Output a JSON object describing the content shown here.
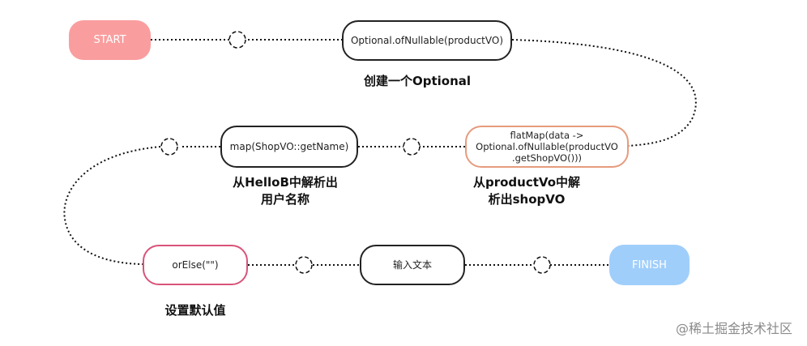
{
  "nodes": {
    "start": "START",
    "of_nullable": "Optional.ofNullable(productVO)",
    "flat_map": "flatMap(data ->\nOptional.ofNullable(productVO\n.getShopVO()))",
    "map": "map(ShopVO::getName)",
    "or_else": "orElse(\"\")",
    "input_text": "输入文本",
    "finish": "FINISH"
  },
  "captions": {
    "create_optional": "创建一个Optional",
    "extract_shop": "从productVo中解\n析出shopVO",
    "extract_name": "从HelloB中解析出\n用户名称",
    "set_default": "设置默认值"
  },
  "watermark": "@稀土掘金技术社区",
  "colors": {
    "start_fill": "#fa9d9e",
    "finish_fill": "#a0cefb",
    "flatmap_border": "#e69b7d",
    "orelse_border": "#d9537a"
  }
}
